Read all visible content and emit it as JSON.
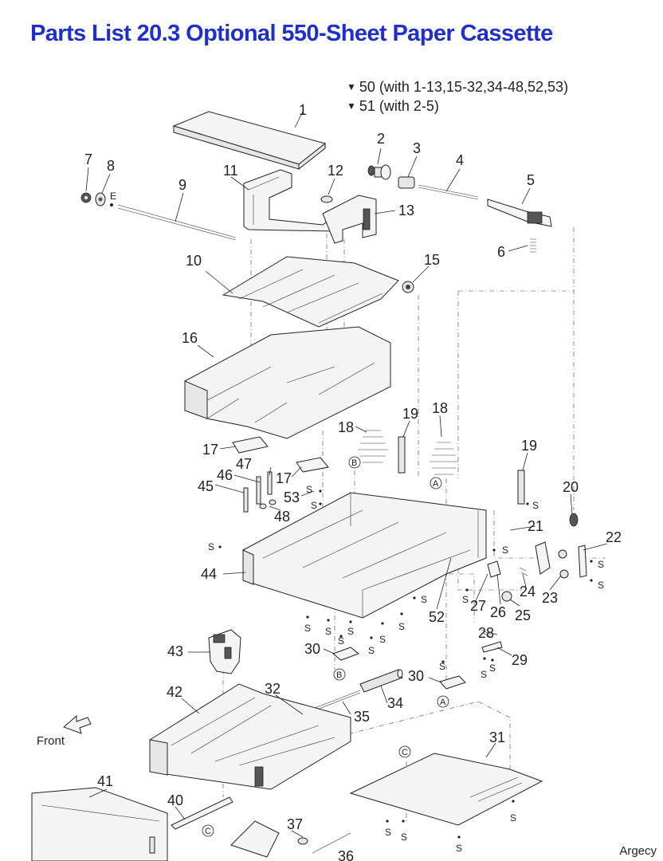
{
  "title": "Parts List 20.3 Optional 550-Sheet Paper Cassette",
  "kits": [
    {
      "marker": "▼",
      "text": "50 (with 1-13,15-32,34-48,52,53)"
    },
    {
      "marker": "▼",
      "text": "51 (with 2-5)"
    }
  ],
  "diagram": {
    "front_label": "Front",
    "screw_label": "S",
    "ring_label": "E",
    "connectors": {
      "a": "A",
      "b": "B",
      "c": "C"
    },
    "callouts": {
      "n1": "1",
      "n2": "2",
      "n3": "3",
      "n4": "4",
      "n5": "5",
      "n6": "6",
      "n7": "7",
      "n8": "8",
      "n9": "9",
      "n10": "10",
      "n11": "11",
      "n12": "12",
      "n13": "13",
      "n15": "15",
      "n16": "16",
      "n17a": "17",
      "n17b": "17",
      "n18a": "18",
      "n18b": "18",
      "n19a": "19",
      "n19b": "19",
      "n20": "20",
      "n21": "21",
      "n22": "22",
      "n23": "23",
      "n24": "24",
      "n25": "25",
      "n26": "26",
      "n27": "27",
      "n28": "28",
      "n29": "29",
      "n30a": "30",
      "n30b": "30",
      "n31": "31",
      "n32": "32",
      "n34": "34",
      "n35": "35",
      "n36": "36",
      "n37": "37",
      "n40": "40",
      "n41": "41",
      "n42": "42",
      "n43": "43",
      "n44": "44",
      "n45": "45",
      "n46": "46",
      "n47": "47",
      "n48": "48",
      "n52": "52",
      "n53": "53"
    }
  },
  "footer": {
    "brand": "Argecy"
  }
}
